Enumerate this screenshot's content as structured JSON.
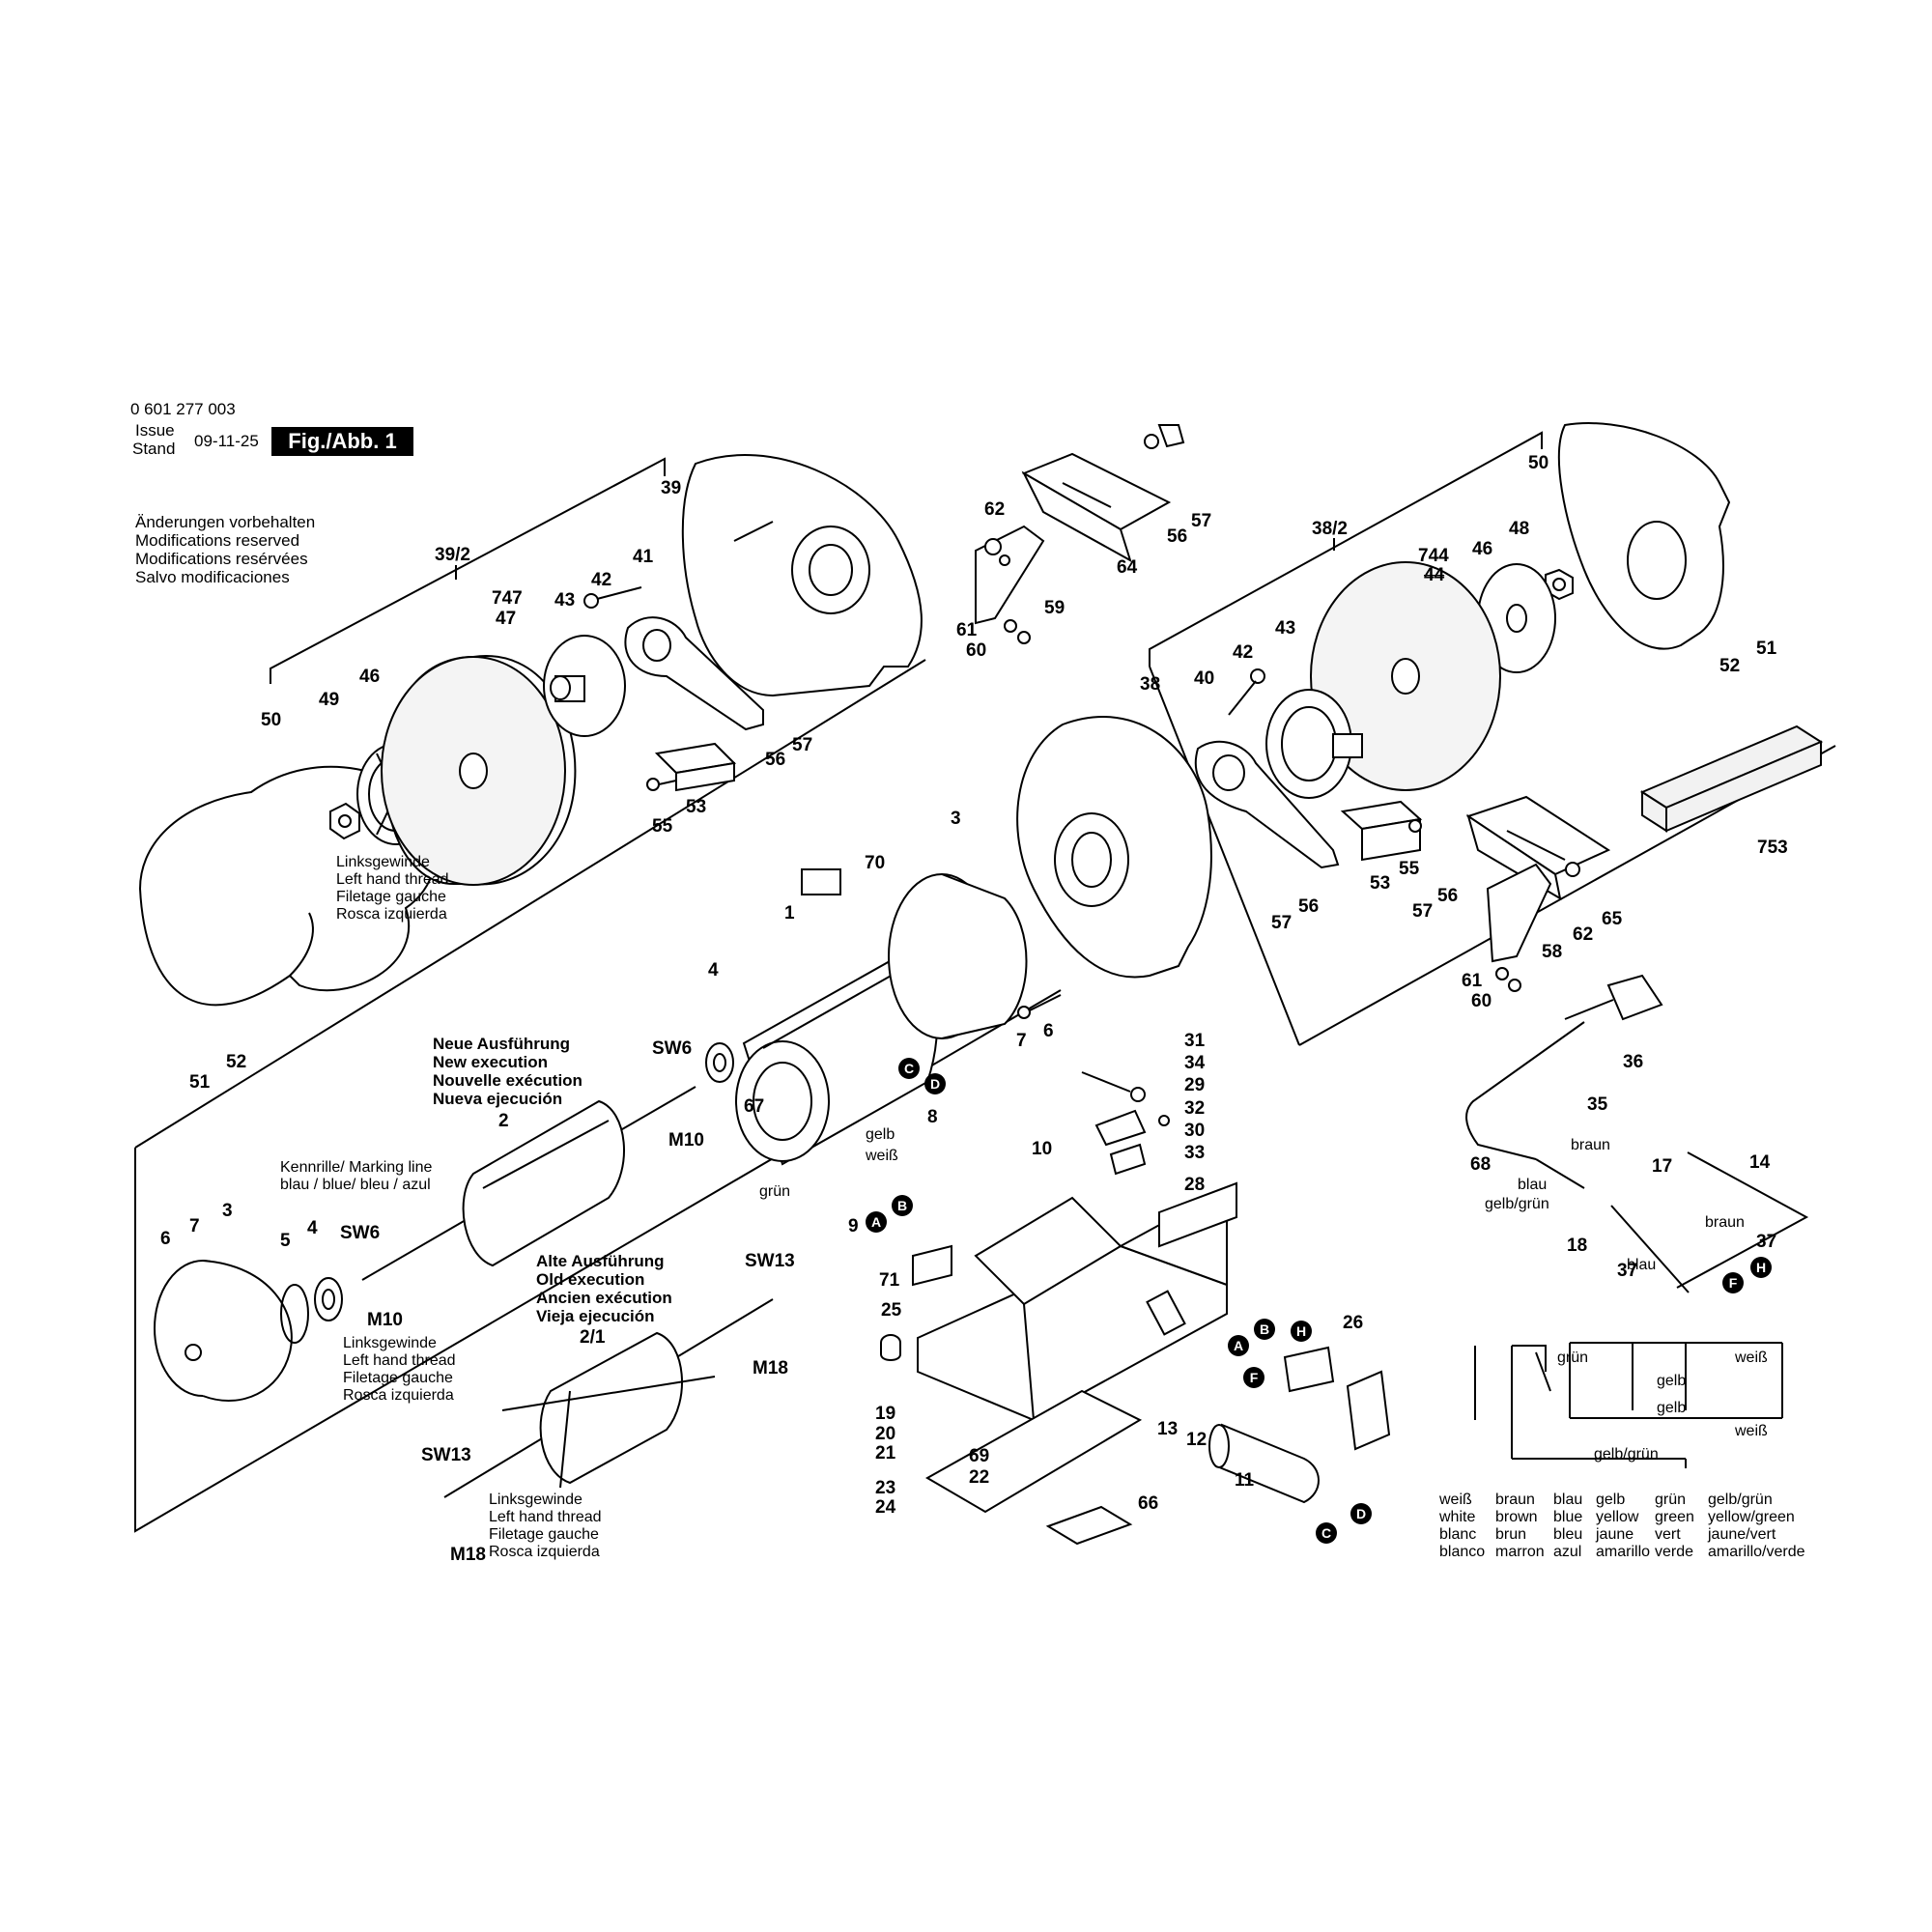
{
  "header": {
    "part_number": "0 601 277 003",
    "issue_label": "Issue",
    "stand_label": "Stand",
    "date": "09-11-25",
    "figure": "Fig./Abb. 1"
  },
  "notice": [
    "Änderungen vorbehalten",
    "Modifications reserved",
    "Modifications resérvées",
    "Salvo modificaciones"
  ],
  "notes": {
    "left_thread_1": [
      "Linksgewinde",
      "Left hand thread",
      "Filetage gauche",
      "Rosca izquierda"
    ],
    "left_thread_2": [
      "Linksgewinde",
      "Left hand thread",
      "Filetage gauche",
      "Rosca izquierda"
    ],
    "left_thread_3": [
      "Linksgewinde",
      "Left hand thread",
      "Filetage gauche",
      "Rosca izquierda"
    ],
    "new_execution": [
      "Neue Ausführung",
      "New execution",
      "Nouvelle exécution",
      "Nueva ejecución"
    ],
    "old_execution": [
      "Alte Ausführung",
      "Old execution",
      "Ancien exécution",
      "Vieja ejecución"
    ],
    "marking_line": [
      "Kennrille/ Marking line",
      "blau / blue/ bleu / azul"
    ]
  },
  "wire_colors": {
    "headers": [
      "weiß",
      "braun",
      "blau",
      "gelb",
      "grün",
      "gelb/grün"
    ],
    "english": [
      "white",
      "brown",
      "blue",
      "yellow",
      "green",
      "yellow/green"
    ],
    "french": [
      "blanc",
      "brun",
      "bleu",
      "jaune",
      "vert",
      "jaune/vert"
    ],
    "spanish": [
      "blanco",
      "marron",
      "azul",
      "amarillo",
      "verde",
      "amarillo/verde"
    ]
  },
  "schematic": {
    "gruen": "grün",
    "weiss_1": "weiß",
    "gelb_1": "gelb",
    "gelb_2": "gelb",
    "weiss_2": "weiß",
    "gelb_gruen": "gelb/grün"
  },
  "wire_labels": {
    "gelb": "gelb",
    "weiss": "weiß",
    "gruen": "grün",
    "braun_1": "braun",
    "blau_1": "blau",
    "gelb_gruen": "gelb/grün",
    "braun_2": "braun",
    "blau_2": "blau"
  },
  "callouts": {
    "c39_2": "39/2",
    "c39": "39",
    "c41": "41",
    "c42a": "42",
    "c43a": "43",
    "c747": "747",
    "c47": "47",
    "c46a": "46",
    "c49": "49",
    "c50a": "50",
    "c62a": "62",
    "c64": "64",
    "c56a": "56",
    "c57a": "57",
    "c59": "59",
    "c61a": "61",
    "c60a": "60",
    "c56b": "56",
    "c57b": "57",
    "c55a": "55",
    "c53a": "53",
    "c38_2": "38/2",
    "c744": "744",
    "c44": "44",
    "c46b": "46",
    "c48": "48",
    "c50b": "50",
    "c51a": "51",
    "c52a": "52",
    "c38": "38",
    "c40": "40",
    "c42b": "42",
    "c43b": "43",
    "c753": "753",
    "c3a": "3",
    "c70": "70",
    "c1": "1",
    "c53b": "53",
    "c55b": "55",
    "c56c": "56",
    "c57c": "57",
    "c56d": "56",
    "c57d": "57",
    "c65": "65",
    "c62b": "62",
    "c58": "58",
    "c61b": "61",
    "c60b": "60",
    "c4a": "4",
    "c7a": "7",
    "c6a": "6",
    "c51b": "51",
    "c52b": "52",
    "cSW6a": "SW6",
    "cM10a": "M10",
    "c2": "2",
    "c67": "67",
    "c8": "8",
    "c9": "9",
    "c31": "31",
    "c34": "34",
    "c29": "29",
    "c32": "32",
    "c30": "30",
    "c33": "33",
    "c28": "28",
    "c10": "10",
    "c36": "36",
    "c35": "35",
    "c68": "68",
    "c17": "17",
    "c14": "14",
    "c18": "18",
    "c37a": "37",
    "c37b": "37",
    "c6b": "6",
    "c7b": "7",
    "c3b": "3",
    "c5": "5",
    "c4b": "4",
    "cSW6b": "SW6",
    "cM10b": "M10",
    "cSW13a": "SW13",
    "cM18a": "M18",
    "c2_1": "2/1",
    "cSW13b": "SW13",
    "cM18b": "M18",
    "c71": "71",
    "c25": "25",
    "c19": "19",
    "c20": "20",
    "c21": "21",
    "c23": "23",
    "c24": "24",
    "c69": "69",
    "c22": "22",
    "c66": "66",
    "c13": "13",
    "c12": "12",
    "c11": "11",
    "c26": "26"
  },
  "badges": {
    "A": "A",
    "B": "B",
    "C": "C",
    "D": "D",
    "F": "F",
    "H": "H"
  }
}
